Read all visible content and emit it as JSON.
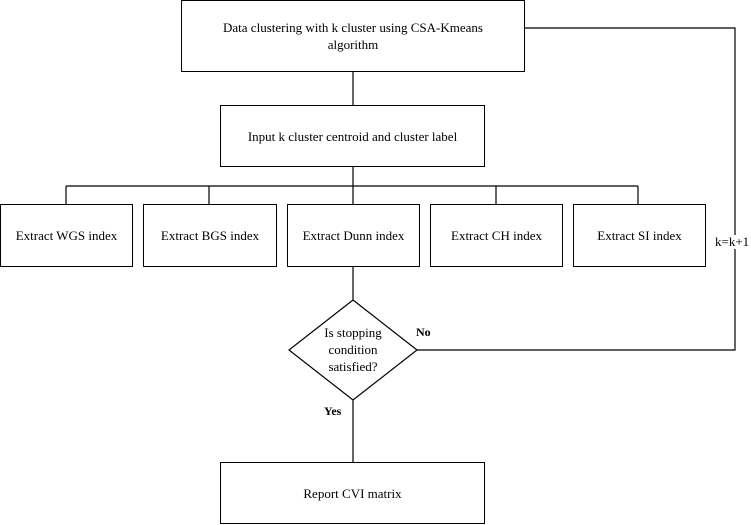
{
  "boxes": {
    "top": "Data clustering with k cluster using CSA-Kmeans algorithm",
    "input": "Input k cluster centroid and cluster label",
    "extract": [
      "Extract WGS index",
      "Extract BGS index",
      "Extract Dunn index",
      "Extract CH index",
      "Extract SI index"
    ],
    "report": "Report CVI matrix"
  },
  "decision": {
    "lines": [
      "Is stopping",
      "condition",
      "satisfied?"
    ],
    "no_label": "No",
    "yes_label": "Yes"
  },
  "loop_label": "k=k+1"
}
